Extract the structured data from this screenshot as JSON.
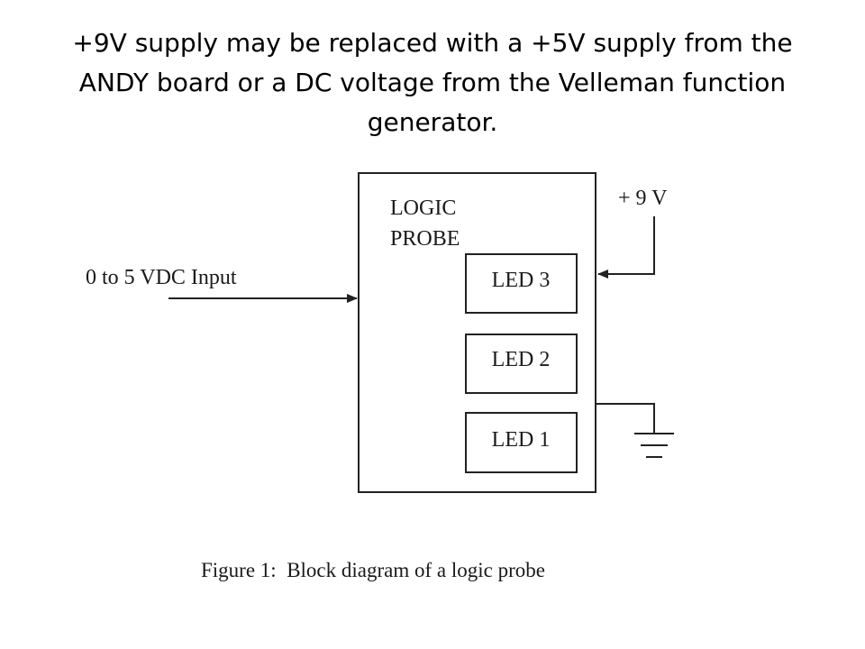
{
  "slide": {
    "title": "+9V supply may be replaced with a +5V supply from the ANDY board or a DC voltage from the Velleman function generator."
  },
  "diagram": {
    "probe_label_line1": "LOGIC",
    "probe_label_line2": "PROBE",
    "input_label": "0 to 5 VDC Input",
    "supply_label": "+ 9 V",
    "leds": [
      {
        "label": "LED 3"
      },
      {
        "label": "LED 2"
      },
      {
        "label": "LED 1"
      }
    ],
    "caption": "Figure 1:  Block diagram of a logic probe"
  },
  "colors": {
    "line": "#222222",
    "text": "#1a1a1a",
    "background": "#ffffff"
  }
}
